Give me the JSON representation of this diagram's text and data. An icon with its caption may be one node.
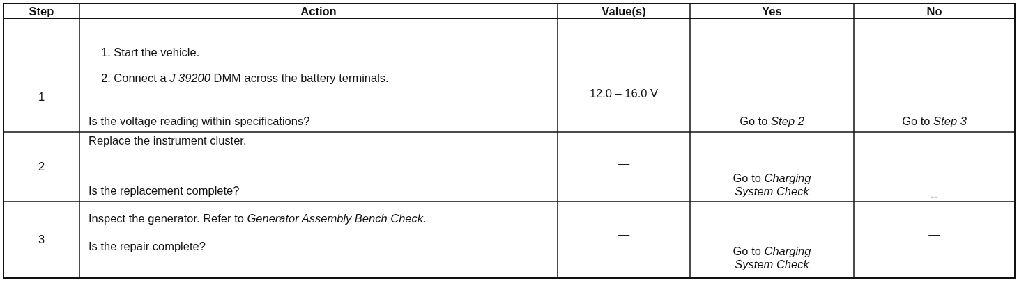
{
  "diagram": {
    "labels": [
      "Step",
      "Action",
      "Value(s)",
      "Yes",
      "No",
      "1",
      "1. Start the vehicle.",
      "2. Connect a *J 39200* DMM across the battery terminals.",
      "Is the voltage reading within specifications?",
      "12.0 – 16.0 V",
      "Go to *Step 2*",
      "Go to *Step 3*",
      "2",
      "Replace the instrument cluster.",
      "Is the replacement complete?",
      "—",
      "Go to *Charging System Check*",
      "--",
      "3",
      "Inspect the generator. Refer to *Generator Assembly Bench Check*.",
      "Is the repair complete?",
      "—",
      "Go to *Charging System Check*",
      "—"
    ]
  }
}
